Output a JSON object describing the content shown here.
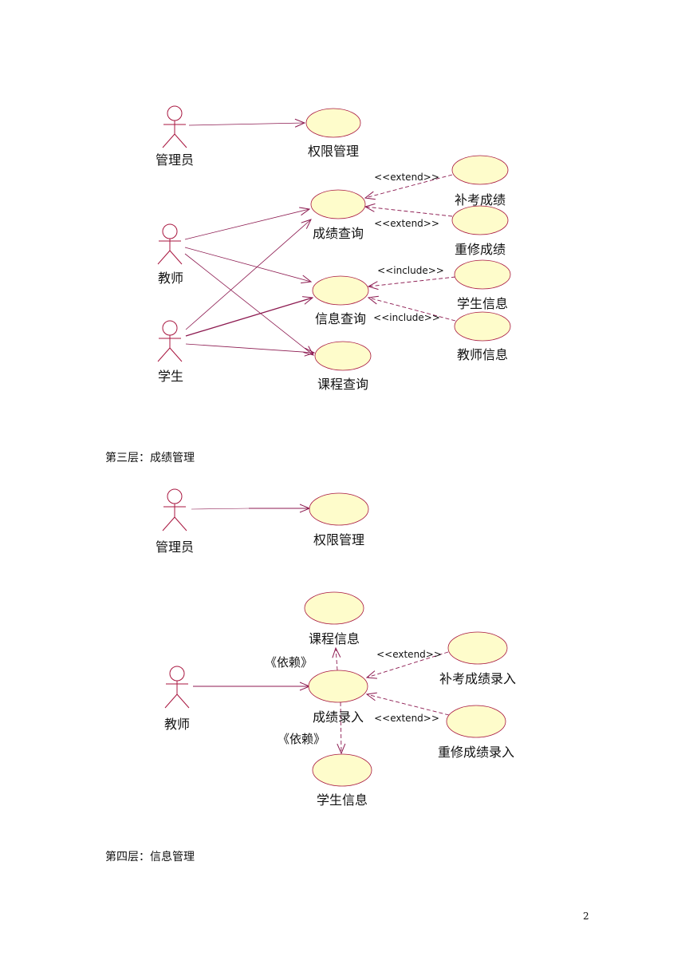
{
  "colors": {
    "line": "#8c1a50",
    "usecase_fill": "#fefccb",
    "usecase_stroke": "#a8163f",
    "actor_stroke": "#a8163f"
  },
  "diagram1": {
    "actors": {
      "admin": "管理员",
      "teacher": "教师",
      "student": "学生"
    },
    "usecases": {
      "permission": "权限管理",
      "grade_query": "成绩查询",
      "makeup_grade": "补考成绩",
      "retake_grade": "重修成绩",
      "info_query": "信息查询",
      "student_info": "学生信息",
      "teacher_info": "教师信息",
      "course_query": "课程查询"
    },
    "relations": {
      "extend_1": "<<extend>>",
      "extend_2": "<<extend>>",
      "include_1": "<<include>>",
      "include_2": "<<include>>"
    }
  },
  "section_3": {
    "heading": "第三层：成绩管理"
  },
  "diagram2": {
    "actors": {
      "admin": "管理员",
      "teacher": "教师"
    },
    "usecases": {
      "permission": "权限管理",
      "course_info": "课程信息",
      "grade_entry": "成绩录入",
      "makeup_entry": "补考成绩录入",
      "retake_entry": "重修成绩录入",
      "student_info": "学生信息"
    },
    "relations": {
      "depend_1": "《依赖》",
      "depend_2": "《依赖》",
      "extend_1": "<<extend>>",
      "extend_2": "<<extend>>"
    }
  },
  "section_4": {
    "heading": "第四层：信息管理"
  },
  "page_number": "2"
}
